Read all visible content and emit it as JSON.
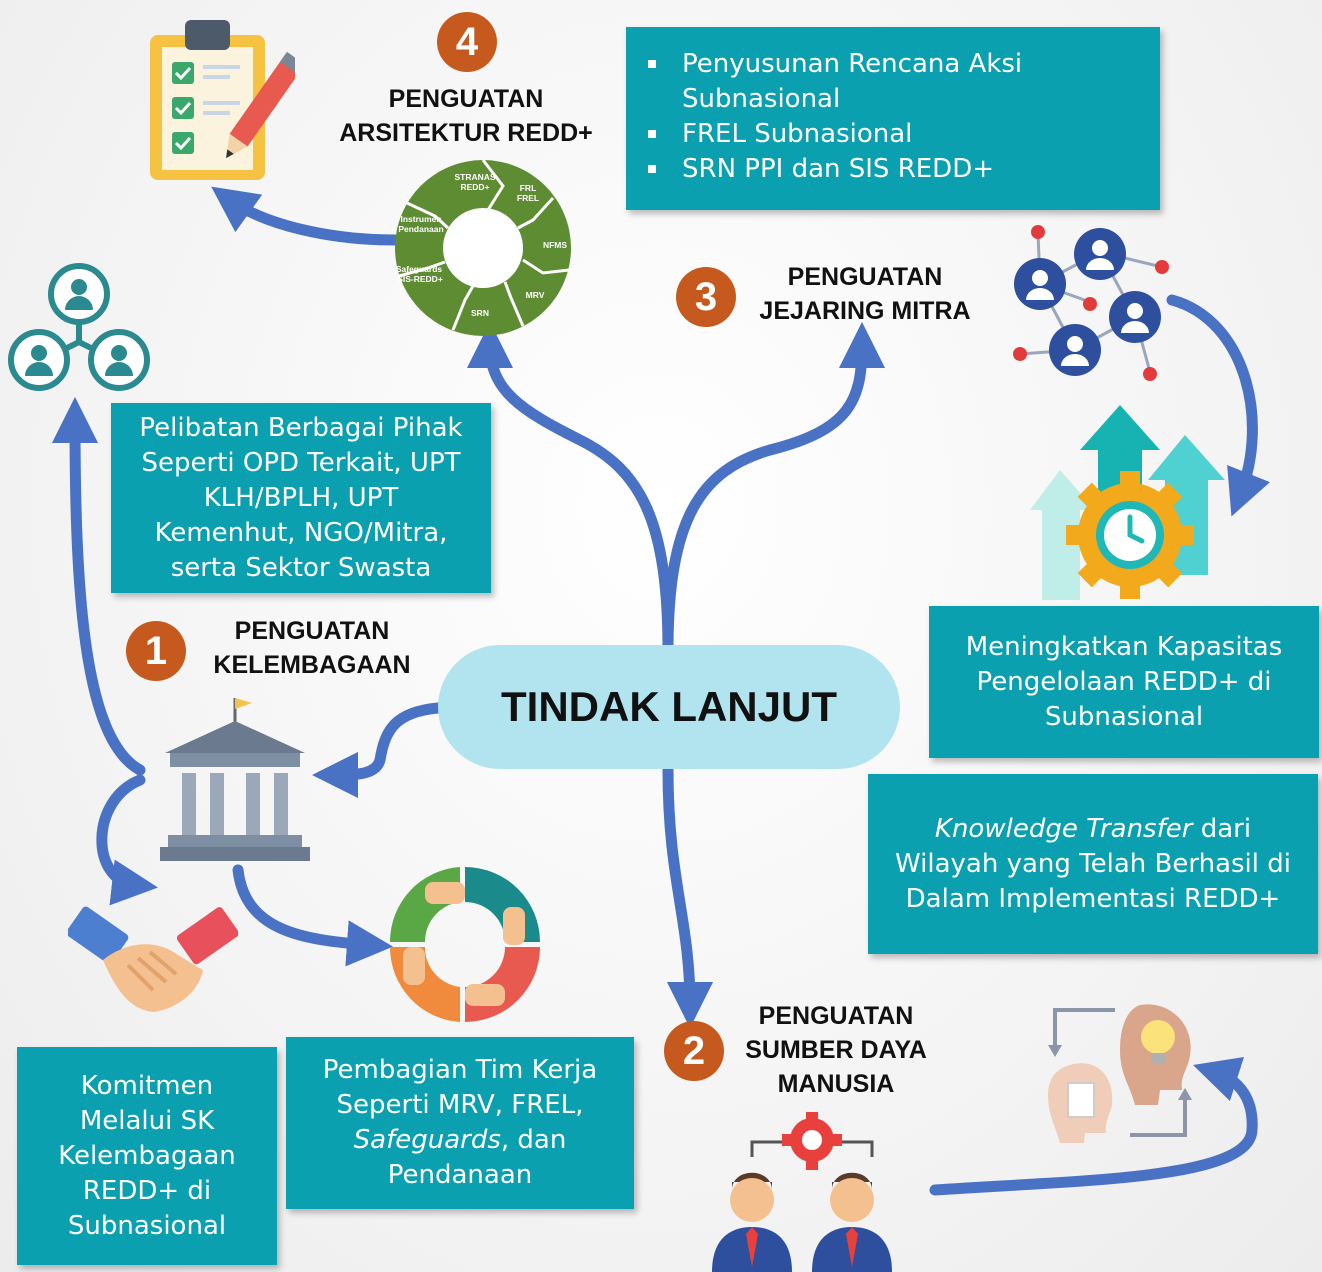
{
  "center": {
    "title": "TINDAK LANJUT"
  },
  "branches": {
    "b1": {
      "number": "1",
      "heading": [
        "PENGUATAN",
        "KELEMBAGAAN"
      ]
    },
    "b2": {
      "number": "2",
      "heading": [
        "PENGUATAN",
        "SUMBER DAYA",
        "MANUSIA"
      ]
    },
    "b3": {
      "number": "3",
      "heading": [
        "PENGUATAN",
        "JEJARING MITRA"
      ]
    },
    "b4": {
      "number": "4",
      "heading": [
        "PENGUATAN",
        "ARSITEKTUR REDD+"
      ]
    }
  },
  "boxes": {
    "pelibatan": [
      "Pelibatan Berbagai Pihak",
      "Seperti OPD Terkait, UPT",
      "KLH/BPLH, UPT",
      "Kemenhut, NGO/Mitra,",
      "serta Sektor Swasta"
    ],
    "komitmen": [
      "Komitmen",
      "Melalui SK",
      "Kelembagaan",
      "REDD+ di",
      "Subnasional"
    ],
    "pembagian": {
      "l1": "Pembagian Tim Kerja",
      "l2": "Seperti MRV, FREL,",
      "l3_italic": "Safeguards",
      "l3_rest": ", dan",
      "l4": "Pendanaan"
    },
    "kapasitas": [
      "Meningkatkan Kapasitas",
      "Pengelolaan REDD+ di",
      "Subnasional"
    ],
    "knowledge": {
      "l1_italic": "Knowledge Transfer",
      "l1_rest": " dari",
      "l2": "Wilayah yang Telah Berhasil di",
      "l3": "Dalam Implementasi REDD+"
    },
    "bullets": [
      "Penyusunan Rencana Aksi Subnasional",
      "FREL Subnasional",
      "SRN PPI dan SIS REDD+"
    ]
  },
  "wheel": {
    "segments": [
      [
        "STRANAS",
        "REDD+"
      ],
      [
        "FRL",
        "FREL"
      ],
      [
        "NFMS"
      ],
      [
        "MRV"
      ],
      [
        "SRN"
      ],
      [
        "Safeguards",
        "SIS-REDD+"
      ],
      [
        "Instrumen",
        "Pendanaan"
      ]
    ]
  },
  "icons": {
    "checklist": "clipboard-checklist-icon",
    "network": "people-network-icon",
    "institution": "government-building-icon",
    "handshake": "handshake-icon",
    "teamwork": "hands-circle-icon",
    "growth": "growth-arrows-gear-icon",
    "people": "people-gear-icon",
    "mind": "mind-exchange-icon"
  },
  "colors": {
    "box": "#0aa0b0",
    "arrow": "#4a72c4",
    "number": "#c65a1e",
    "center": "#b2e4ef",
    "wheel": "#5e8c32"
  }
}
